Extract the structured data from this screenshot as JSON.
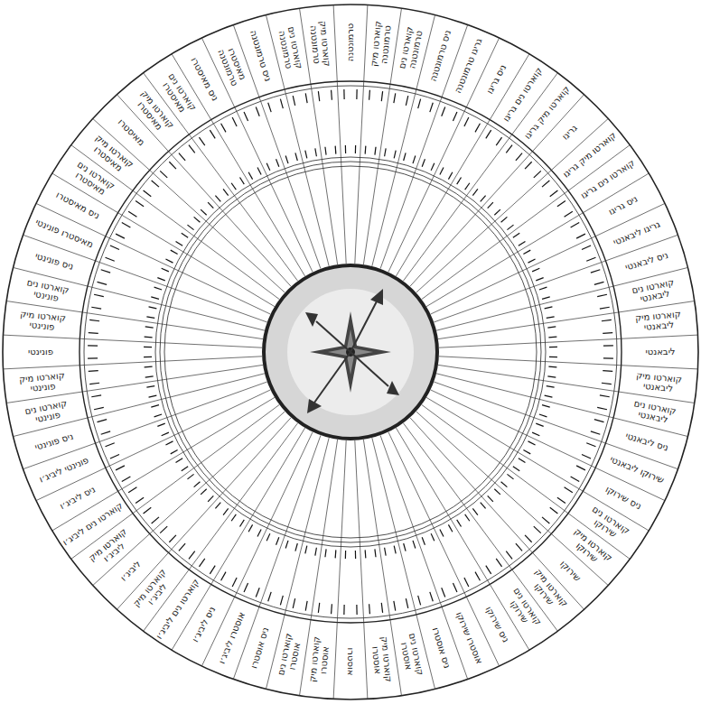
{
  "diagram": {
    "labels": [
      "טרמונטנה",
      "קוארטו מיק טרמונטנה",
      "קוארטו נים טרמונטנה",
      "ניס טרמונטנה",
      "גריגו טרמונטנה",
      "ניס גריגו",
      "קוארטו נים גריגו",
      "קוארטו מיק גריגו",
      "גריגו",
      "קוארטו מיק גריגו",
      "קוארטו נים גריגו",
      "ניס גריגו",
      "גריגו ליבאנטי",
      "ניס ליבאנטי",
      "קוארטו נים ליבאנטי",
      "קוארטו מיק ליבאנטי",
      "ליבאנטי",
      "קוארטו מיק ליבאנטי",
      "קוארטו נים ליבאנטי",
      "ניס ליבאנטי",
      "שירוקו ליבאנטי",
      "ניס שירוקו",
      "קוארטו נים שירוקו",
      "קוארטו מיק שירוקו",
      "שירוקו",
      "קוארטו מיק שירוקו",
      "קוארטו נים שירוקו",
      "ניס שירוקו",
      "אוסטרו שירוקו",
      "ניס אוסטרו",
      "קוארטו נים אוסטרו",
      "קוארטו מיק אוסטרו",
      "אוסטרו",
      "קוארטו מיק אוסטרו",
      "קוארטו נים אוסטרו",
      "ניס אוסטרו",
      "אוסטרו ליביג׳ו",
      "ניס ליביג׳ו",
      "קוארטו נים ליביג׳ו",
      "קוארטו מיק ליביג׳ו",
      "ליביג׳ו",
      "קוארטו מיק ליביג׳ו",
      "קוארטו נים ליביג׳ו",
      "ניס ליביג׳ו",
      "פונינטי ליביג׳ו",
      "ניס פונינטי",
      "קוארטו נים פונינטי",
      "קוארטו מיק פונינטי",
      "פונינטי",
      "קוארטו מיק פונינטי",
      "קוארטו נים פונינטי",
      "ניס פונינטי",
      "מאיסטרו פונינטי",
      "ניס מאיסטרו",
      "קוארטו נים מאיסטרו",
      "קוארטו מיק מאיסטרו",
      "מאיסטרו",
      "קוארטו מיק מאיסטרו",
      "קוארטו נים מאיסטרו",
      "ניס מאיסטרו",
      "מאיסטרו טרמונטנה",
      "ניס טרמונטנה",
      "קוארטו נים טרמונטנה",
      "קוארטו מיק טרמונטנה"
    ]
  }
}
